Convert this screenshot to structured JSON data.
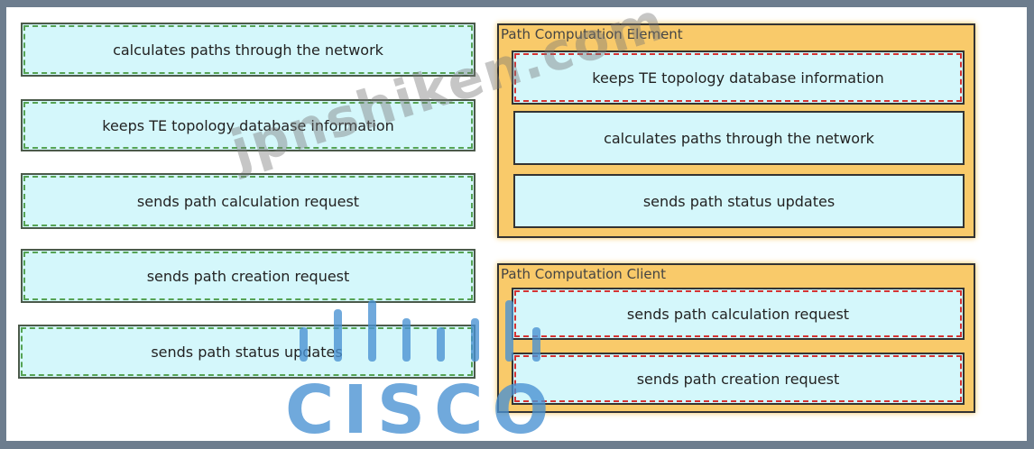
{
  "left_items": [
    "calculates paths through the network",
    "keeps TE topology database information",
    "sends path calculation request",
    "sends path creation request",
    "sends path status updates"
  ],
  "pce": {
    "title": "Path Computation Element",
    "items": [
      "keeps TE topology database information",
      "calculates paths through the network",
      "sends path status updates"
    ]
  },
  "pcc": {
    "title": "Path Computation Client",
    "items": [
      "sends path calculation request",
      "sends path creation request"
    ]
  },
  "watermark": {
    "text": "jpnshiken.com",
    "logo_text": "CISCO"
  }
}
